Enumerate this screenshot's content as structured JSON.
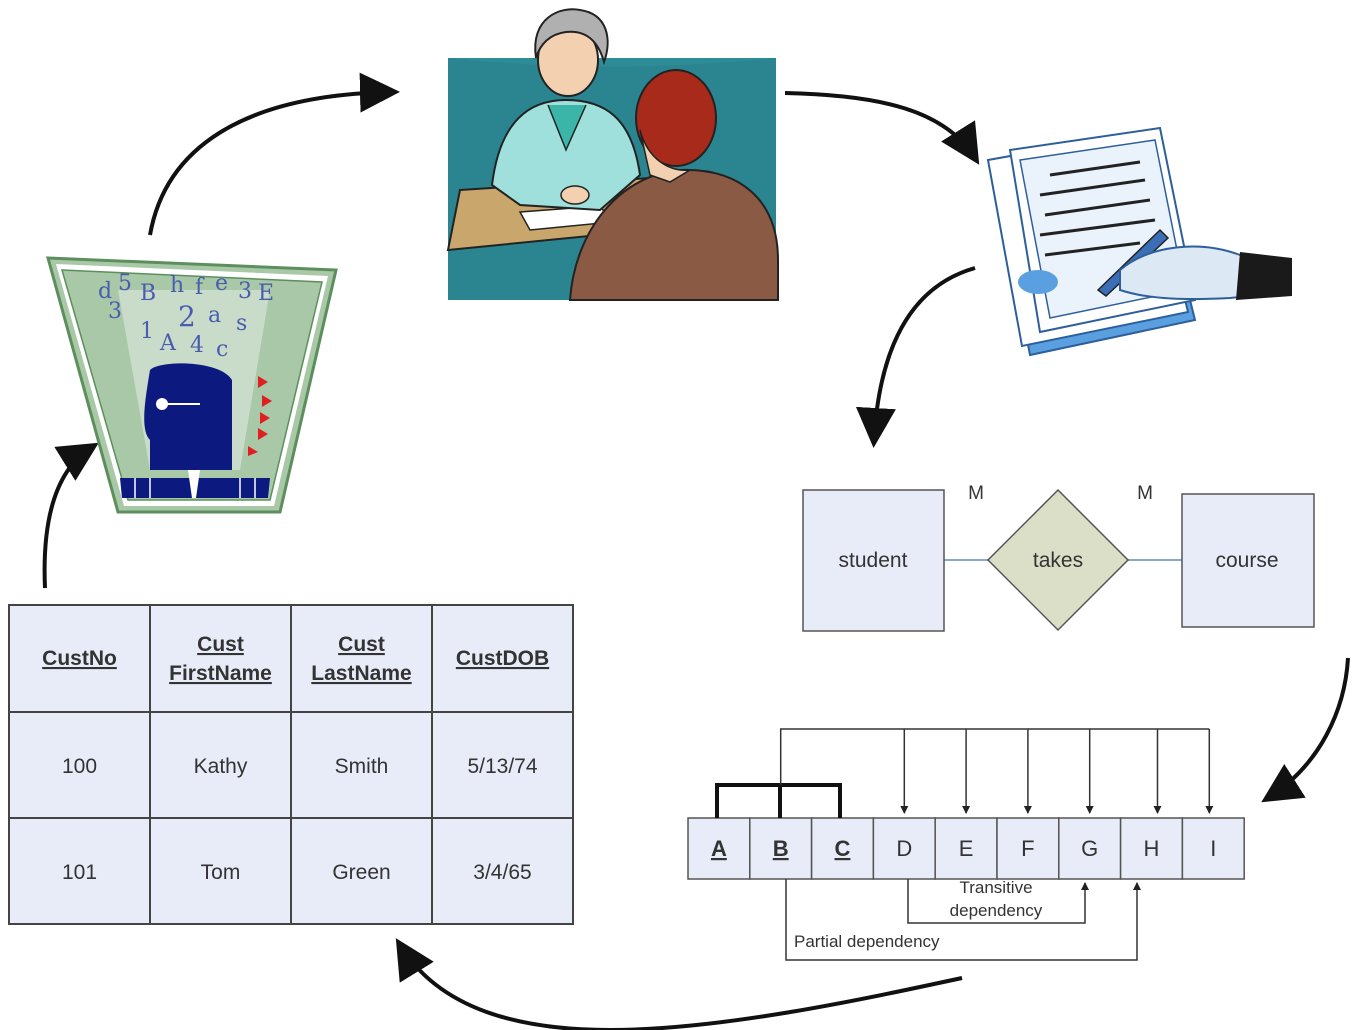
{
  "er": {
    "entity_left": "student",
    "relationship": "takes",
    "entity_right": "course",
    "card_left": "M",
    "card_right": "M"
  },
  "dependency": {
    "attributes": [
      {
        "label": "A",
        "key": true
      },
      {
        "label": "B",
        "key": true
      },
      {
        "label": "C",
        "key": true
      },
      {
        "label": "D",
        "key": false
      },
      {
        "label": "E",
        "key": false
      },
      {
        "label": "F",
        "key": false
      },
      {
        "label": "G",
        "key": false
      },
      {
        "label": "H",
        "key": false
      },
      {
        "label": "I",
        "key": false
      }
    ],
    "transitive_line1": "Transitive",
    "transitive_line2": "dependency",
    "partial": "Partial dependency"
  },
  "table": {
    "headers": [
      [
        "CustNo"
      ],
      [
        "Cust",
        "FirstName"
      ],
      [
        "Cust",
        "LastName"
      ],
      [
        "CustDOB"
      ]
    ],
    "rows": [
      [
        "100",
        "Kathy",
        "Smith",
        "5/13/74"
      ],
      [
        "101",
        "Tom",
        "Green",
        "3/4/65"
      ]
    ]
  },
  "icons": {
    "meeting": "meeting-clipart-icon",
    "contract": "signing-document-icon",
    "thinker": "thinking-person-icon"
  }
}
